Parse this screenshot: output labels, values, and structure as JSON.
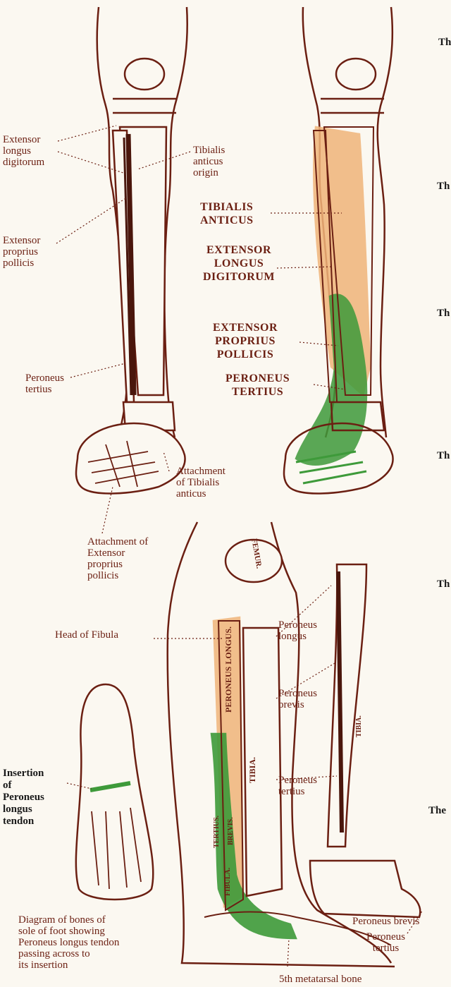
{
  "labels": {
    "extensor_longus_digitorum": "Extensor\nlongus\ndigitorum",
    "tibialis_anticus_origin": "Tibialis\nanticus\norigin",
    "extensor_proprius_pollicis": "Extensor\nproprius\npollicis",
    "peroneus_tertius": "Peroneus\ntertius",
    "attachment_tibialis_anticus": "Attachment\nof Tibialis\nanticus",
    "attachment_extensor_proprius": "Attachment of\nExtensor\nproprius\npollicis",
    "tibialis_anticus_cap": "TIBIALIS\nANTICUS",
    "extensor_longus_digitorum_cap": "EXTENSOR\nLONGUS\nDIGITORUM",
    "extensor_proprius_pollicis_cap": "EXTENSOR\nPROPRIUS\nPOLLICIS",
    "peroneus_tertius_cap": "PERONEUS\nTERTIUS",
    "head_of_fibula": "Head of Fibula",
    "femur": "FEMUR.",
    "peroneus_longus_v": "PERONEUS LONGUS.",
    "tibia_mid": "TIBIA.",
    "brevis_v": "BREVIS.",
    "tertius_v": "TERTIUS.",
    "fibula_v": "FIBULA.",
    "tibia_right": "TIBIA.",
    "peroneus_longus": "Peroneus\nlongus",
    "peroneus_brevis": "Peroneus\nbrevis",
    "peroneus_tertius_r": "Peroneus\ntertius",
    "insertion": "Insertion\nof\nPeroneus\nlongus\ntendon",
    "diagram_caption": "Diagram of bones of\nsole of foot showing\nPeroneus longus tendon\npassing across to\nits insertion",
    "peroneus_brevis_bottom": "Peroneus brevis",
    "peroneus_tertius_bottom": "Peroneus\ntertius",
    "fifth_metatarsal": "5th metatarsal bone",
    "margin_th": [
      "Th",
      "Th",
      "Th",
      "Th",
      "Th",
      "The"
    ]
  },
  "colors": {
    "ink": "#6b1f12",
    "muscle_orange": "#f0b47a",
    "muscle_green": "#3e9a3a",
    "paper": "#fbf8f1"
  }
}
